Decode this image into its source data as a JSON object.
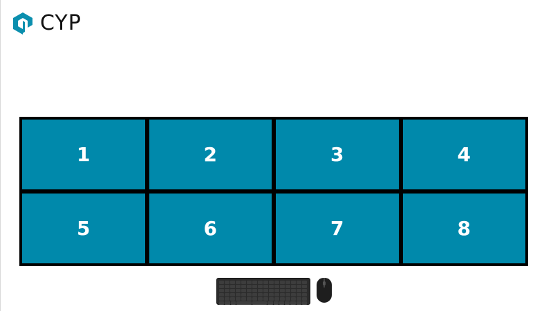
{
  "brand": {
    "name": "CYP",
    "logo_icon": "cyp-logo-icon",
    "logo_color": "#0b8fae",
    "text_color": "#111111"
  },
  "video_wall": {
    "screen_color": "#0089ab",
    "bezel_color": "#000000",
    "screens": [
      {
        "label": "1"
      },
      {
        "label": "2"
      },
      {
        "label": "3"
      },
      {
        "label": "4"
      },
      {
        "label": "5"
      },
      {
        "label": "6"
      },
      {
        "label": "7"
      },
      {
        "label": "8"
      }
    ]
  },
  "peripherals": {
    "keyboard_icon": "keyboard-icon",
    "mouse_icon": "mouse-icon"
  }
}
